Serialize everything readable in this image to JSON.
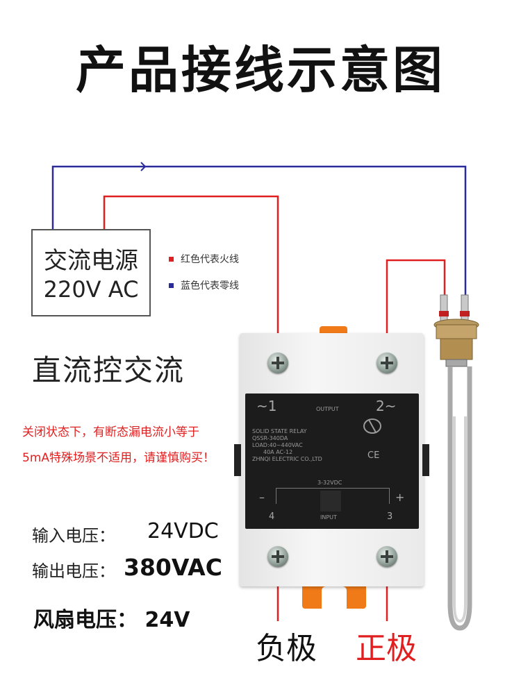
{
  "title": "产品接线示意图",
  "power_source": {
    "name": "交流电源",
    "voltage": "220V AC"
  },
  "legend": [
    {
      "text": "红色代表火线",
      "color": "#e02020"
    },
    {
      "text": "蓝色代表零线",
      "color": "#2a2a9a"
    }
  ],
  "heading": "直流控交流",
  "warning": [
    "关闭状态下，有断态漏电流小等于",
    "5mA特殊场景不适用，请谨慎购买！"
  ],
  "specs": {
    "input_label": "输入电压：",
    "input_value": "24VDC",
    "output_label": "输出电压：",
    "output_value": "380VAC",
    "fan": "风扇电压：  24V"
  },
  "relay": {
    "terminal1": "~1",
    "output": "OUTPUT",
    "terminal2": "2~",
    "line1": "SOLID STATE RELAY",
    "model": "QSSR-340DA",
    "load": "LOAD:40~440VAC",
    "rating": "40A AC-12",
    "maker": "ZHNQI ELECTRIC CO.,LTD",
    "ce": "CE",
    "control": "3-32VDC",
    "minus": "–",
    "plus": "+",
    "terminal4": "4",
    "input": "INPUT",
    "terminal3": "3"
  },
  "terminals": {
    "negative": "负极",
    "positive": "正极"
  },
  "colors": {
    "live": "#e02020",
    "neutral": "#2a2a9a"
  }
}
